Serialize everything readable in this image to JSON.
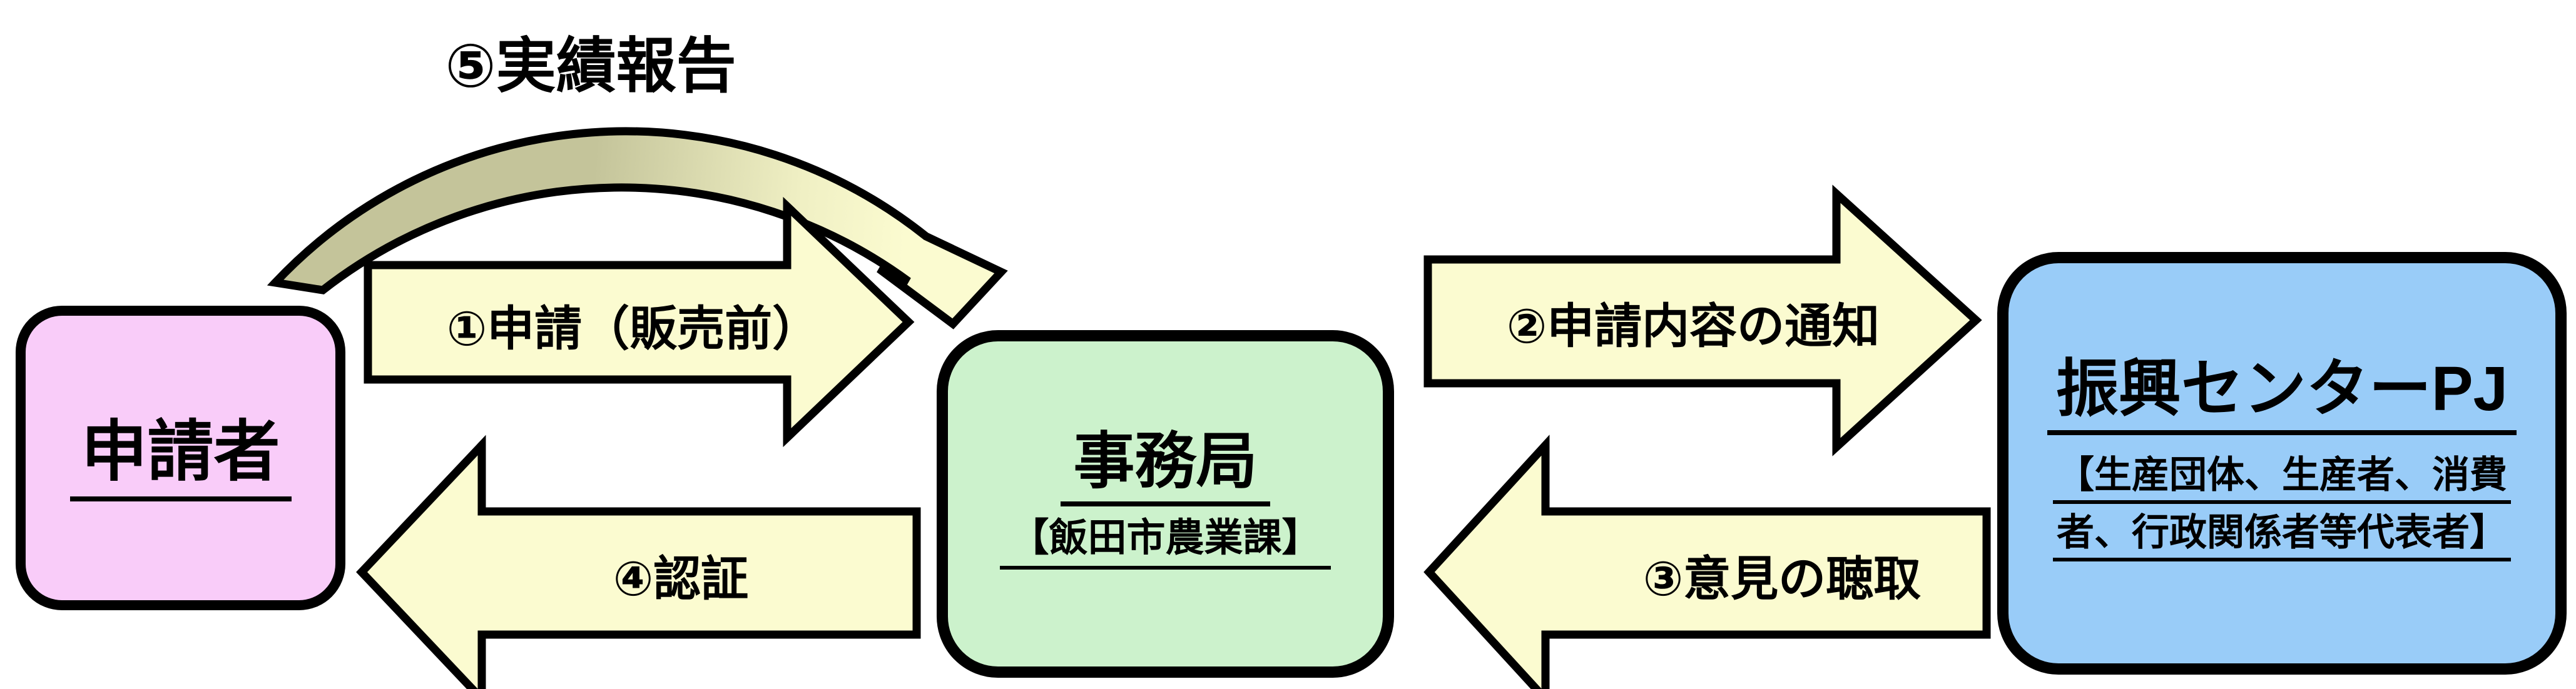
{
  "nodes": {
    "applicant": {
      "label": "申請者"
    },
    "secretariat": {
      "label": "事務局",
      "sublabel": "【飯田市農業課】"
    },
    "promotion_center": {
      "label": "振興センターPJ",
      "sublabel_line1": "【生産団体、生産者、消費",
      "sublabel_line2": "者、行政関係者等代表者】"
    }
  },
  "arrows": {
    "a1": {
      "label": "①申請（販売前）",
      "direction": "right",
      "from": "申請者",
      "to": "事務局"
    },
    "a2": {
      "label": "②申請内容の通知",
      "direction": "right",
      "from": "事務局",
      "to": "振興センターPJ"
    },
    "a3": {
      "label": "③意見の聴取",
      "direction": "left",
      "from": "振興センターPJ",
      "to": "事務局"
    },
    "a4": {
      "label": "④認証",
      "direction": "left",
      "from": "事務局",
      "to": "申請者"
    },
    "a5": {
      "label": "⑤実績報告",
      "direction": "arc",
      "from": "申請者",
      "to": "事務局"
    }
  },
  "colors": {
    "applicant_fill": "#f9ccf9",
    "secretariat_fill": "#ccf2cc",
    "center_fill": "#99ccf8",
    "arrow_fill": "#fbfbd0",
    "arc_tail_fill": "#c4c49a",
    "outline": "#000000"
  }
}
